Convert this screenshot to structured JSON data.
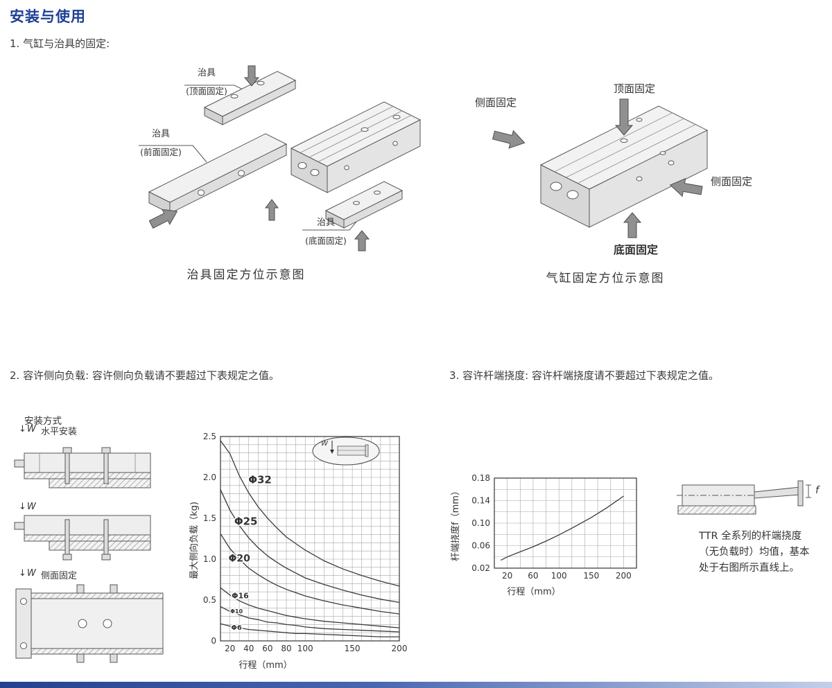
{
  "page": {
    "title": "安装与使用"
  },
  "section1": {
    "heading": "1. 气缸与治具的固定:",
    "jig_diagram": {
      "label_top_line1": "治具",
      "label_top_line2": "(顶面固定)",
      "label_front_line1": "治具",
      "label_front_line2": "(前面固定)",
      "label_bottom_line1": "治具",
      "label_bottom_line2": "(底面固定)",
      "caption": "治具固定方位示意图"
    },
    "cylinder_diagram": {
      "label_top": "顶面固定",
      "label_side_left": "侧面固定",
      "label_side_right": "侧面固定",
      "label_bottom": "底面固定",
      "caption": "气缸固定方位示意图"
    }
  },
  "section2": {
    "heading": "2. 容许侧向负载: 容许侧向负载请不要超过下表规定之值。",
    "mounting": {
      "title": "安装方式",
      "horizontal_label": "水平安装",
      "side_label": "侧面固定",
      "load_label": "W"
    }
  },
  "section3": {
    "heading": "3. 容许杆端挠度: 容许杆端挠度请不要超过下表规定之值。",
    "deflection_label": "f",
    "note_line1": "TTR 全系列的杆端挠度",
    "note_line2": "（无负载时）均值，基本",
    "note_line3": "处于右图所示直线上。"
  },
  "chart_data": [
    {
      "id": "side-load-chart",
      "type": "line",
      "title": "",
      "xlabel": "行程（mm）",
      "ylabel": "最大侧向负载（kg)",
      "xlim": [
        10,
        200
      ],
      "ylim": [
        0,
        2.5
      ],
      "x_grid_step": 10,
      "y_grid_step": 0.1,
      "grid": true,
      "legend": "on-curve-labels",
      "x_ticks": [
        20,
        40,
        60,
        80,
        100,
        150,
        200
      ],
      "x_tick_labels": [
        "20",
        "40",
        "60",
        "80",
        "100",
        "150",
        "200"
      ],
      "y_ticks": [
        0,
        0.5,
        1.0,
        1.5,
        2.0,
        2.5
      ],
      "y_tick_labels": [
        "0",
        "0.5",
        "1.0",
        "1.5",
        "2.0",
        "2.5"
      ],
      "x": [
        10,
        20,
        30,
        40,
        50,
        60,
        70,
        80,
        90,
        100,
        120,
        140,
        160,
        180,
        200
      ],
      "series": [
        {
          "name": "Φ32",
          "label_x": 52,
          "label_y": 1.93,
          "label_size": 15,
          "values": [
            2.45,
            2.29,
            2.02,
            1.81,
            1.64,
            1.5,
            1.38,
            1.27,
            1.19,
            1.11,
            0.98,
            0.88,
            0.8,
            0.73,
            0.67
          ]
        },
        {
          "name": "Φ25",
          "label_x": 37,
          "label_y": 1.42,
          "label_size": 15,
          "values": [
            1.85,
            1.6,
            1.41,
            1.26,
            1.14,
            1.04,
            0.96,
            0.89,
            0.83,
            0.77,
            0.69,
            0.62,
            0.56,
            0.51,
            0.47
          ]
        },
        {
          "name": "Φ20",
          "label_x": 30,
          "label_y": 0.97,
          "label_size": 14,
          "values": [
            1.31,
            1.13,
            1.0,
            0.89,
            0.81,
            0.74,
            0.68,
            0.63,
            0.59,
            0.55,
            0.49,
            0.44,
            0.4,
            0.36,
            0.33
          ]
        },
        {
          "name": "Φ16",
          "label_x": 31,
          "label_y": 0.52,
          "label_size": 11,
          "values": [
            0.65,
            0.56,
            0.49,
            0.44,
            0.4,
            0.37,
            0.34,
            0.31,
            0.29,
            0.27,
            0.24,
            0.22,
            0.2,
            0.18,
            0.16
          ]
        },
        {
          "name": "Φ10",
          "label_x": 27,
          "label_y": 0.34,
          "label_size": 8,
          "values": [
            0.42,
            0.36,
            0.32,
            0.28,
            0.26,
            0.23,
            0.22,
            0.2,
            0.19,
            0.17,
            0.15,
            0.14,
            0.13,
            0.12,
            0.11
          ]
        },
        {
          "name": "Φ6",
          "label_x": 27,
          "label_y": 0.135,
          "label_size": 10,
          "values": [
            0.21,
            0.18,
            0.16,
            0.14,
            0.13,
            0.12,
            0.11,
            0.1,
            0.09,
            0.09,
            0.08,
            0.07,
            0.06,
            0.05,
            0.05
          ]
        }
      ],
      "inset": {
        "label": "W"
      }
    },
    {
      "id": "deflection-chart",
      "type": "line",
      "title": "",
      "xlabel": "行程（mm）",
      "ylabel": "杆端挠度f（mm）",
      "xlim": [
        0,
        220
      ],
      "ylim": [
        0.02,
        0.18
      ],
      "x_grid_step": 20,
      "y_grid_step": 0.02,
      "grid": true,
      "legend": "none",
      "x_ticks": [
        20,
        60,
        100,
        150,
        200
      ],
      "x_tick_labels": [
        "20",
        "60",
        "100",
        "150",
        "200"
      ],
      "y_ticks": [
        0.02,
        0.06,
        0.1,
        0.14,
        0.18
      ],
      "y_tick_labels": [
        "0.02",
        "0.06",
        "0.10",
        "0.14",
        "0.18"
      ],
      "x": [
        10,
        20,
        40,
        60,
        80,
        100,
        120,
        150,
        175,
        200
      ],
      "series": [
        {
          "name": "杆端挠度",
          "values": [
            0.034,
            0.04,
            0.049,
            0.058,
            0.068,
            0.079,
            0.091,
            0.11,
            0.128,
            0.148
          ]
        }
      ]
    }
  ]
}
